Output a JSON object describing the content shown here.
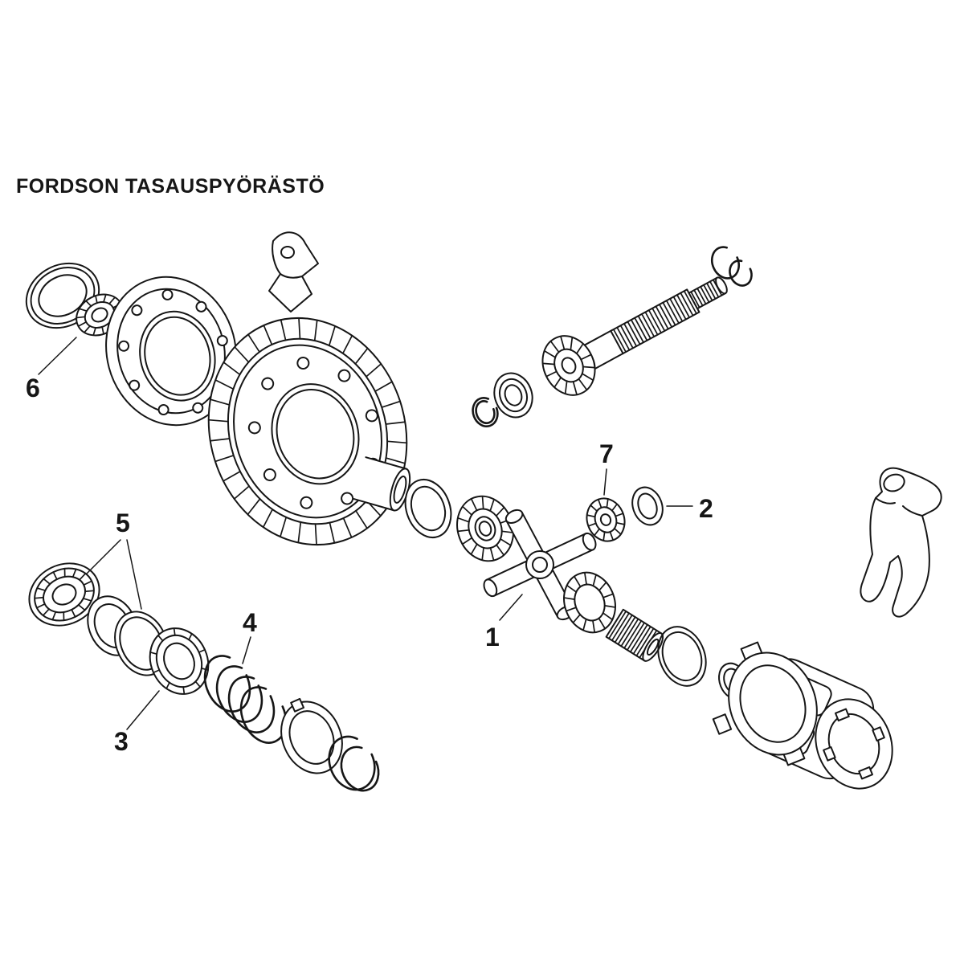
{
  "title": "FORDSON TASAUSPYÖRÄSTÖ",
  "callouts": {
    "c1": "1",
    "c2": "2",
    "c3": "3",
    "c4": "4",
    "c5": "5",
    "c6": "6",
    "c7": "7"
  },
  "colors": {
    "ink": "#161616",
    "background": "#ffffff"
  }
}
